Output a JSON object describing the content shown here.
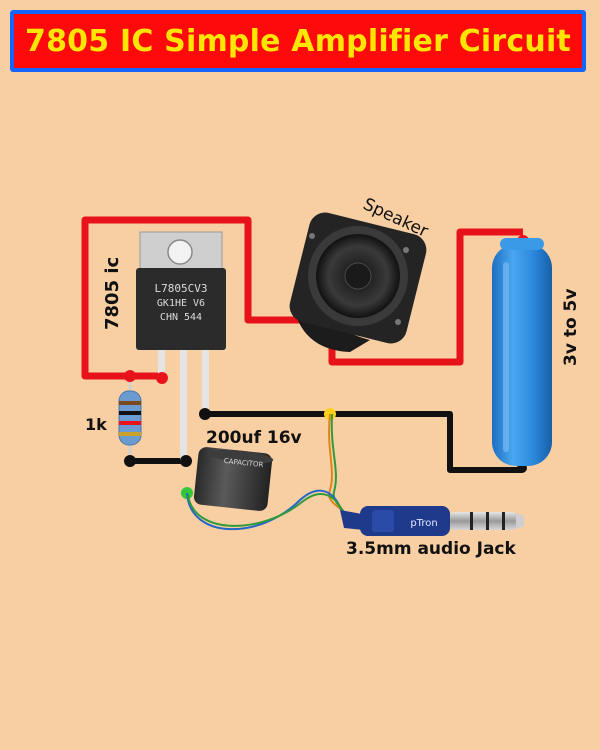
{
  "title": "7805 IC Simple Amplifier Circuit",
  "labels": {
    "ic": "7805 ic",
    "speaker": "Speaker",
    "battery": "3v to 5v",
    "resistor": "1k",
    "capacitor": "200uf 16v",
    "jack": "3.5mm audio Jack"
  },
  "markings": {
    "ic_line1": "L7805CV3",
    "ic_line2": "GK1HE  V6",
    "ic_line3": "CHN  544",
    "capacitor_brand": "CAPACITOR",
    "jack_brand": "pTron"
  },
  "colors": {
    "title_bg": "#ff0a0a",
    "title_text": "#ffe600",
    "title_border": "#1565ff",
    "wire_positive": "#e8121b",
    "wire_ground": "#111111",
    "battery": "#2f8fe0",
    "background": "#f8cfa3"
  }
}
